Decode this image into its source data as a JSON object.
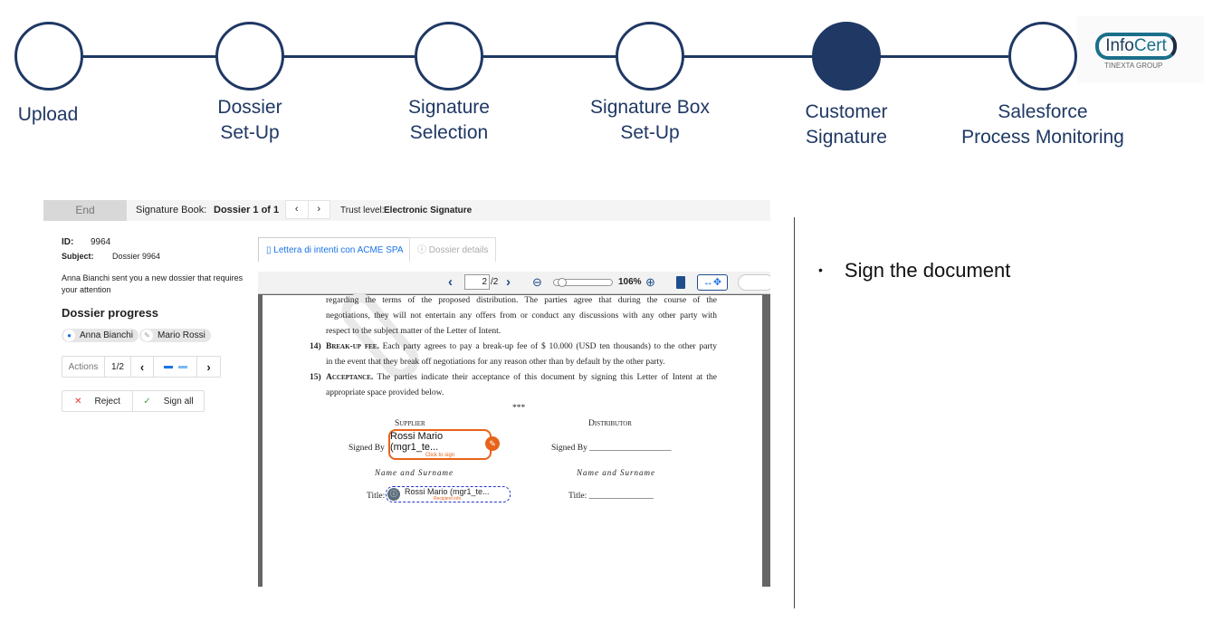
{
  "stepper": {
    "steps": [
      {
        "label1": "Upload",
        "label2": ""
      },
      {
        "label1": "Dossier",
        "label2": "Set-Up"
      },
      {
        "label1": "Signature",
        "label2": "Selection"
      },
      {
        "label1": "Signature Box",
        "label2": "Set-Up"
      },
      {
        "label1": "Customer",
        "label2": "Signature"
      },
      {
        "label1": "Salesforce",
        "label2": "Process Monitoring"
      }
    ],
    "active_index": 4,
    "color": "#1f3864"
  },
  "logo": {
    "brand_a": "Info",
    "brand_b": "Cert",
    "sub": "TINEXTA GROUP"
  },
  "app": {
    "topbar": {
      "end": "End",
      "book_label": "Signature Book:",
      "book_value": "Dossier 1 of 1",
      "prev": "‹",
      "next": "›",
      "trust_label": "Trust level:",
      "trust_value": "Electronic Signature"
    },
    "info": {
      "id_label": "ID:",
      "id_value": "9964",
      "subject_label": "Subject:",
      "subject_value": "Dossier 9964",
      "message": "Anna Bianchi sent you a new dossier that requires your attention"
    },
    "progress": {
      "title": "Dossier progress",
      "signers": [
        "Anna Bianchi",
        "Mario Rossi"
      ]
    },
    "actions": {
      "label": "Actions",
      "page": "1/2",
      "prev": "‹",
      "next": "›"
    },
    "buttons": {
      "reject": "Reject",
      "sign_all": "Sign all"
    },
    "tabs": {
      "document": "Lettera di intenti con ACME SPA",
      "details": "Dossier details"
    },
    "viewer": {
      "page_input": "2",
      "page_total": "/2",
      "zoom": "106%",
      "zoom_slider_percent": 10
    },
    "document": {
      "lines13": [
        "regarding the terms of the proposed distribution. The parties agree that during the course of the",
        "negotiations, they will not entertain any offers from or conduct any discussions with any other party with",
        "respect to the subject matter of the Letter of Intent."
      ],
      "item14": {
        "num": "14)",
        "head": "Break-up fee.",
        "line1": "Each party agrees to pay a break-up fee of $ 10.000 (USD ten thousands) to the other party",
        "line2": "in the event that they break off negotiations for any reason other than by default by the other party."
      },
      "item15": {
        "num": "15)",
        "head": "Acceptance.",
        "line1": "The parties indicate their acceptance of this document by signing this Letter of Intent at the",
        "line2": "appropriate space provided below."
      },
      "stars": "***",
      "supplier": "Supplier",
      "distributor": "Distributor",
      "signed_by": "Signed By",
      "signed_by_right": "Signed By ___________________",
      "name_surname": "Name and Surname",
      "title": "Title:",
      "title_right": "Title: _______________",
      "sign_box": {
        "name": "Rossi Mario (mgr1_te...",
        "hint": "Click to sign"
      },
      "info_box": {
        "name": "Rossi Mario (mgr1_te...",
        "hint": "Recipient info"
      }
    }
  },
  "notes": {
    "bullet": "Sign the document"
  }
}
